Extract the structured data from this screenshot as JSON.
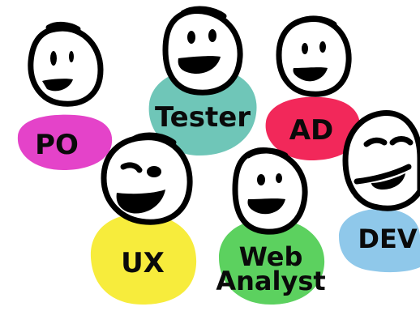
{
  "colors": {
    "po": "#e443c9",
    "tester": "#6fc6b8",
    "ad": "#f2285a",
    "ux": "#f7ec3c",
    "web_analyst": "#5cd15f",
    "dev": "#8fc8ea",
    "ink": "#000000"
  },
  "roles": [
    {
      "id": "po",
      "label": "PO",
      "icon": "smiling-face-icon"
    },
    {
      "id": "tester",
      "label": "Tester",
      "icon": "grinning-face-icon"
    },
    {
      "id": "ad",
      "label": "AD",
      "icon": "smiling-face-icon"
    },
    {
      "id": "ux",
      "label": "UX",
      "icon": "winking-face-icon"
    },
    {
      "id": "web_analyst",
      "label_line1": "Web",
      "label_line2": "Analyst",
      "icon": "smiling-face-icon"
    },
    {
      "id": "dev",
      "label": "DEV",
      "icon": "smirking-face-icon"
    }
  ]
}
